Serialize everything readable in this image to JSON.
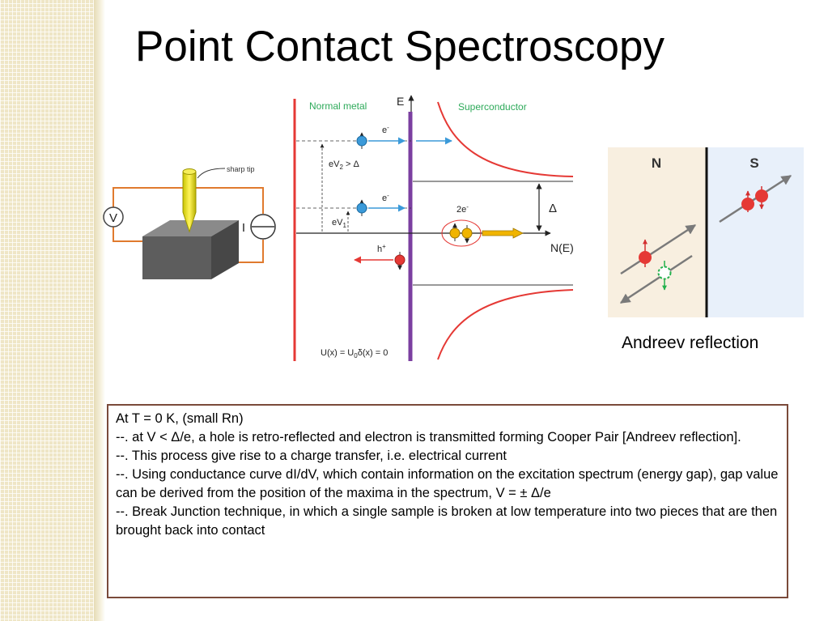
{
  "title": "Point Contact Spectroscopy",
  "tip_diagram": {
    "sharp_tip_label": "sharp  tip",
    "voltmeter_label": "V",
    "current_label": "I"
  },
  "energy_diagram": {
    "normal_metal_label": "Normal metal",
    "superconductor_label": "Superconductor",
    "energy_axis_label": "E",
    "dos_axis_label": "N(E)",
    "electron_label": "e",
    "electron_label_2": "e",
    "ev2_label": "eV",
    "ev2_sub": "2",
    "ev2_condition": " > Δ",
    "ev1_label": "eV",
    "ev1_sub": "1",
    "hole_label": "h",
    "cooper_pair_label": "2e",
    "gap_label": "Δ",
    "potential_label": "U(x) = U",
    "potential_sub": "0",
    "potential_tail": "δ(x) = 0",
    "colors": {
      "normal_metal": "#e53935",
      "interface": "#7b3fa0",
      "electron": "#3b9ad9",
      "hole": "#e53935",
      "cooper": "#f0b400"
    }
  },
  "andreev": {
    "n_label": "N",
    "s_label": "S",
    "caption": "Andreev reflection"
  },
  "textbox": {
    "line1": "At T = 0 K, (small Rn)",
    "line2": "--. at V < Δ/e, a hole is retro-reflected and electron is transmitted forming Cooper Pair [Andreev reflection].",
    "line3": "--. This process give rise to a charge transfer, i.e. electrical current",
    "line4": "--. Using conductance curve dI/dV, which contain information on the excitation spectrum (energy gap), gap value can be derived from the position of the maxima in the spectrum, V = ± Δ/e",
    "line5": "--. Break Junction technique, in which a single sample is broken at low temperature into two pieces that are then brought back into contact"
  }
}
